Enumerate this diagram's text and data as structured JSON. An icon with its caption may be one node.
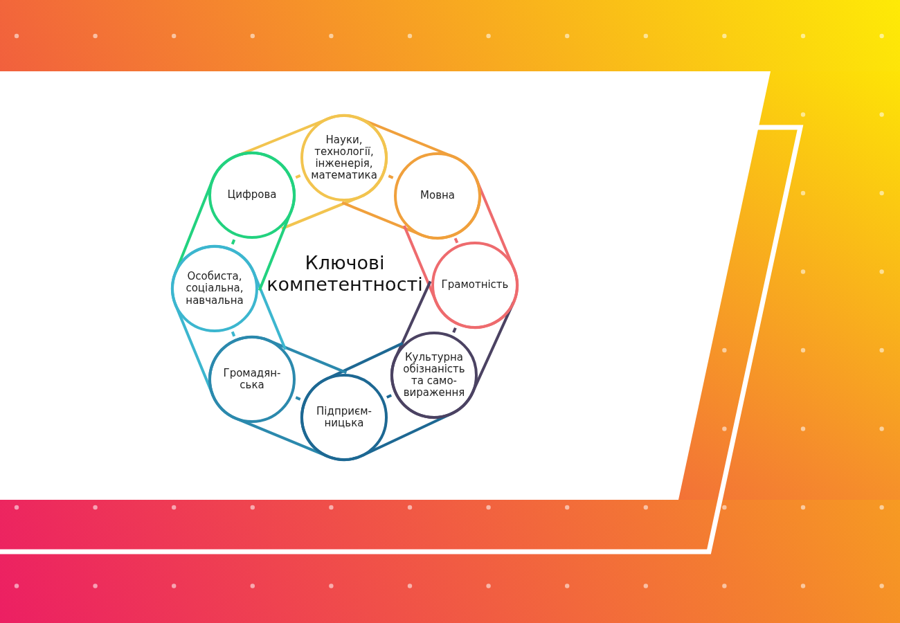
{
  "diagram": {
    "nodes": [
      {
        "text": [
          "Науки, технології, інженерія, математика"
        ]
      },
      {
        "text": [
          "Мовна"
        ]
      },
      {
        "text": [
          "Грамотність"
        ]
      },
      {
        "text": [
          "Культурна обізнаність та само-вираження"
        ]
      },
      {
        "text": [
          "Підприєм-ницька"
        ]
      },
      {
        "text": [
          "Громадян-ська"
        ]
      },
      {
        "text": [
          "Особиста, соціальна, навчальна"
        ]
      },
      {
        "text": [
          "Цифрова"
        ]
      }
    ],
    "edges": [
      {
        "from": 7,
        "to": 0,
        "arrow": "none",
        "color": "#f2c44f"
      },
      {
        "from": 0,
        "to": 1,
        "arrow": "none",
        "color": "#f0a03c"
      },
      {
        "from": 1,
        "to": 2,
        "arrow": "none",
        "color": "#ee6b6e"
      },
      {
        "from": 2,
        "to": 3,
        "arrow": "none",
        "color": "#4b4262"
      },
      {
        "from": 3,
        "to": 4,
        "arrow": "none",
        "color": "#1d6893"
      },
      {
        "from": 4,
        "to": 5,
        "arrow": "none",
        "color": "#2b89ad"
      },
      {
        "from": 5,
        "to": 6,
        "arrow": "none",
        "color": "#3cb6cf"
      },
      {
        "from": 6,
        "to": 7,
        "arrow": "none",
        "color": "#22d27f"
      }
    ],
    "labels": [
      "Ключові компетентності"
    ]
  }
}
